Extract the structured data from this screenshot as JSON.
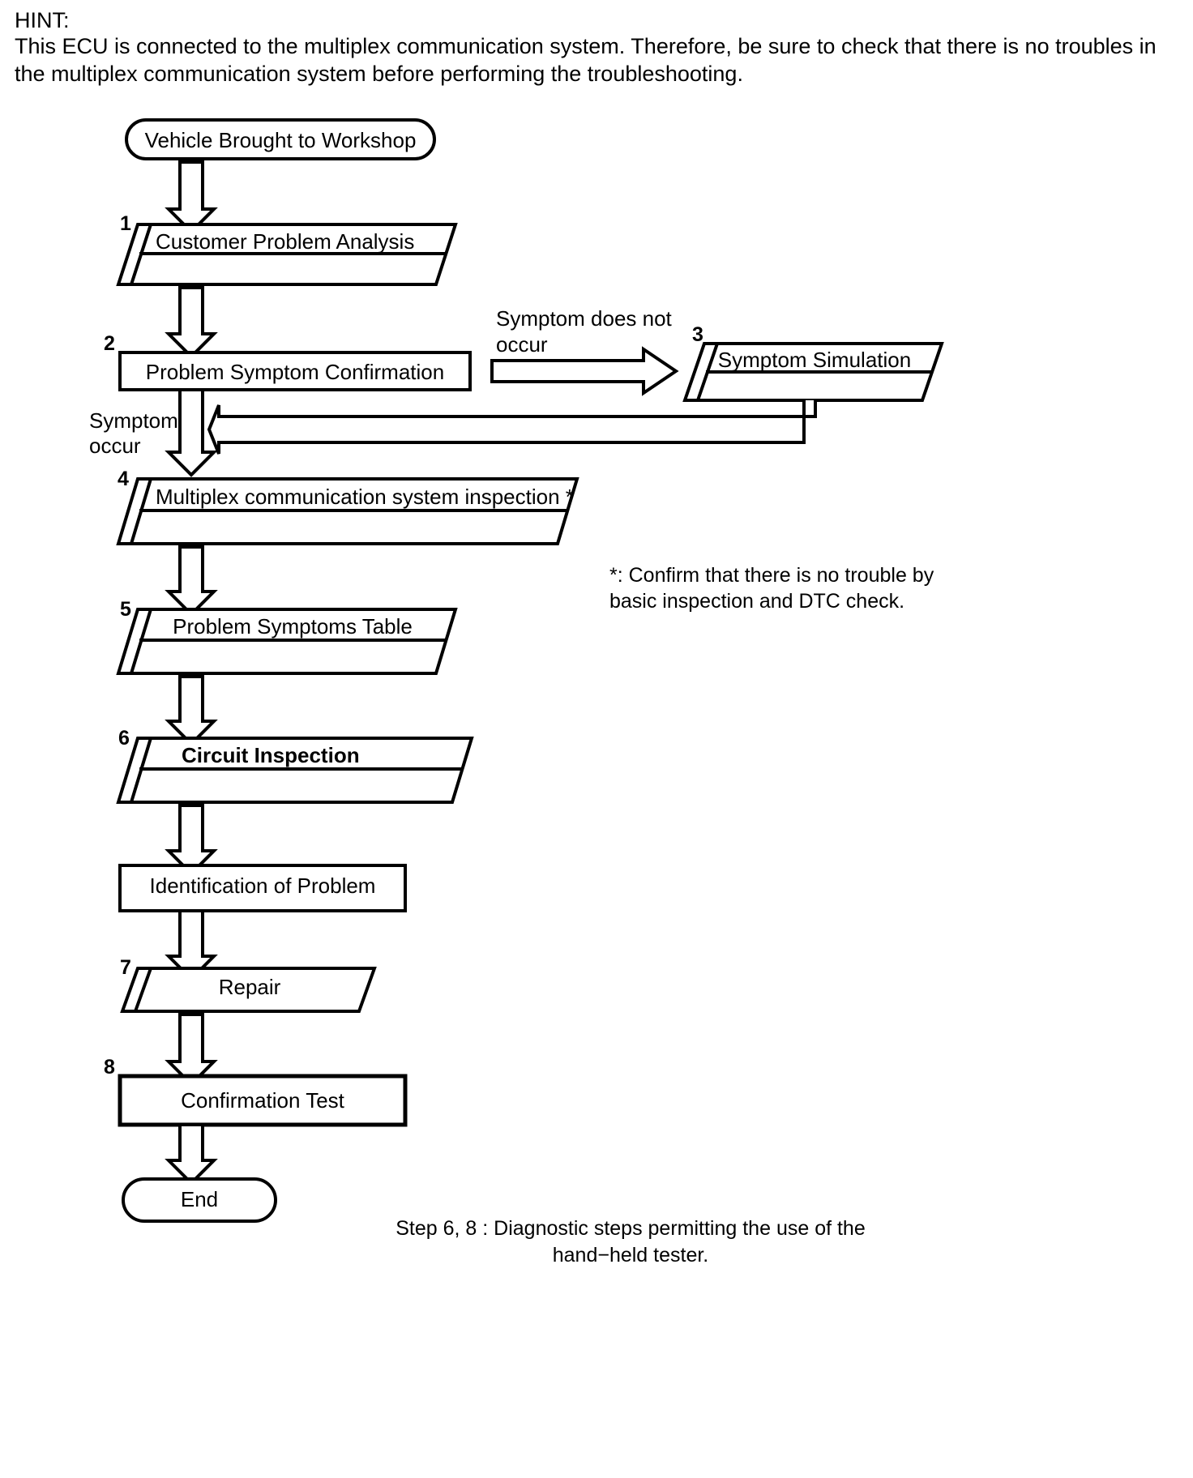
{
  "hint": {
    "label": "HINT:",
    "body": "This ECU is connected to the multiplex communication system. Therefore, be sure to check that there is no troubles in the multiplex communication system before performing the troubleshooting."
  },
  "colors": {
    "stroke": "#000000",
    "fill": "#ffffff",
    "text": "#000000",
    "background": "#ffffff"
  },
  "flowchart": {
    "type": "flowchart",
    "title": "Troubleshooting procedure flowchart",
    "nodes": [
      {
        "id": "start",
        "number": "",
        "label": "Vehicle Brought to Workshop",
        "shape": "terminal"
      },
      {
        "id": "n1",
        "number": "1",
        "label": "Customer Problem Analysis",
        "shape": "parallelogram"
      },
      {
        "id": "n2",
        "number": "2",
        "label": "Problem Symptom Confirmation",
        "shape": "rectangle"
      },
      {
        "id": "n3",
        "number": "3",
        "label": "Symptom Simulation",
        "shape": "parallelogram"
      },
      {
        "id": "n4",
        "number": "4",
        "label": "Multiplex communication system inspection *",
        "shape": "parallelogram"
      },
      {
        "id": "n5",
        "number": "5",
        "label": "Problem Symptoms Table",
        "shape": "parallelogram"
      },
      {
        "id": "n6",
        "number": "6",
        "label": "Circuit Inspection",
        "shape": "parallelogram",
        "bold": true
      },
      {
        "id": "ident",
        "number": "",
        "label": "Identification of Problem",
        "shape": "rectangle"
      },
      {
        "id": "n7",
        "number": "7",
        "label": "Repair",
        "shape": "parallelogram"
      },
      {
        "id": "n8",
        "number": "8",
        "label": "Confirmation Test",
        "shape": "rectangle"
      },
      {
        "id": "end",
        "number": "",
        "label": "End",
        "shape": "terminal"
      }
    ],
    "edge_labels": [
      {
        "id": "not-occur",
        "line1": "Symptom does not",
        "line2": "occur"
      },
      {
        "id": "occur",
        "line1": "Symptom",
        "line2": "occur"
      }
    ],
    "notes": [
      {
        "id": "asterisk-note",
        "line1": "*: Confirm that there is no trouble by",
        "line2": "basic inspection and DTC check."
      }
    ],
    "footer": {
      "line1": "Step 6, 8 : Diagnostic steps permitting the use of the",
      "line2": "hand−held tester."
    }
  }
}
